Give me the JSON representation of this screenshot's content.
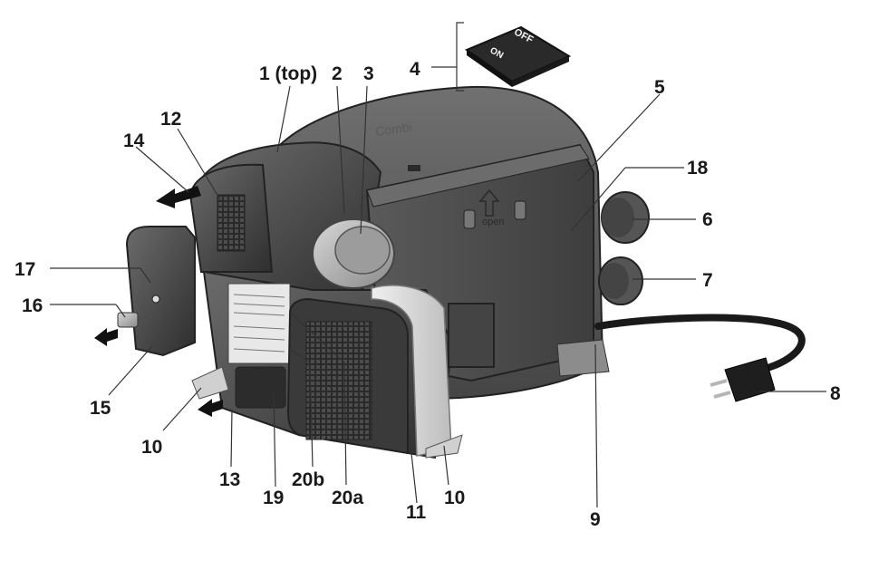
{
  "diagram": {
    "switch": {
      "off_label": "OFF",
      "on_label": "ON"
    },
    "housing_text": {
      "brand": "Combi",
      "open_label": "open"
    },
    "callouts": [
      {
        "id": "c1",
        "label": "1 (top)"
      },
      {
        "id": "c2",
        "label": "2"
      },
      {
        "id": "c3",
        "label": "3"
      },
      {
        "id": "c4",
        "label": "4"
      },
      {
        "id": "c5",
        "label": "5"
      },
      {
        "id": "c18",
        "label": "18"
      },
      {
        "id": "c6",
        "label": "6"
      },
      {
        "id": "c7",
        "label": "7"
      },
      {
        "id": "c8",
        "label": "8"
      },
      {
        "id": "c9",
        "label": "9"
      },
      {
        "id": "c10r",
        "label": "10"
      },
      {
        "id": "c11",
        "label": "11"
      },
      {
        "id": "c20a",
        "label": "20a"
      },
      {
        "id": "c20b",
        "label": "20b"
      },
      {
        "id": "c19",
        "label": "19"
      },
      {
        "id": "c13",
        "label": "13"
      },
      {
        "id": "c10l",
        "label": "10"
      },
      {
        "id": "c15",
        "label": "15"
      },
      {
        "id": "c16",
        "label": "16"
      },
      {
        "id": "c17",
        "label": "17"
      },
      {
        "id": "c14",
        "label": "14"
      },
      {
        "id": "c12",
        "label": "12"
      }
    ],
    "colors": {
      "housing_dark": "#3d3d3d",
      "housing_mid": "#555555",
      "housing_light": "#6a6a6a",
      "strap": "#dcdcdc",
      "background": "#ffffff"
    }
  }
}
